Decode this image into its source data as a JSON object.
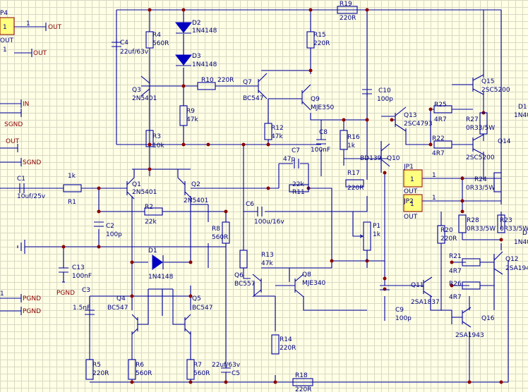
{
  "components": {
    "R19": {
      "ref": "R19",
      "val": "220R"
    },
    "D2": {
      "ref": "D2",
      "val": "1N4148"
    },
    "D3": {
      "ref": "D3",
      "val": "1N4148"
    },
    "R4": {
      "ref": "R4",
      "val": "560R"
    },
    "C4": {
      "ref": "C4",
      "val": "22uf/63v"
    },
    "R15": {
      "ref": "R15",
      "val": "220R"
    },
    "Q3": {
      "ref": "Q3",
      "val": "2N5401"
    },
    "R10": {
      "ref": "R10",
      "val": "220R"
    },
    "Q7": {
      "ref": "Q7",
      "val": "BC547"
    },
    "Q9": {
      "ref": "Q9",
      "val": "MJE350"
    },
    "C10": {
      "ref": "C10",
      "val": "100p"
    },
    "Q15": {
      "ref": "Q15",
      "val": "2SC5200"
    },
    "R25": {
      "ref": "R25",
      "val": "4R7"
    },
    "Q13": {
      "ref": "Q13",
      "val": "2SC4793"
    },
    "R27": {
      "ref": "R27",
      "val": "0R33/5W"
    },
    "R9": {
      "ref": "R9",
      "val": "47k"
    },
    "R12": {
      "ref": "R12",
      "val": "47k"
    },
    "C8": {
      "ref": "C8",
      "val": "100nF"
    },
    "R16": {
      "ref": "R16",
      "val": "1k"
    },
    "R22": {
      "ref": "R22",
      "val": "4R7"
    },
    "Q14": {
      "ref": "Q14",
      "val": "2SC5200"
    },
    "R3": {
      "ref": "R3",
      "val": "10k"
    },
    "C7": {
      "ref": "C7",
      "val": "47p"
    },
    "Q10": {
      "ref": "Q10",
      "val": "BD139"
    },
    "C1": {
      "ref": "C1",
      "val": "10uf/25v"
    },
    "R1": {
      "ref": "R1",
      "val": "1k"
    },
    "Q1": {
      "ref": "Q1",
      "val": "2N5401"
    },
    "Q2": {
      "ref": "Q2",
      "val": "2N5401"
    },
    "R11": {
      "ref": "R11",
      "val": "22k"
    },
    "R17": {
      "ref": "R17",
      "val": "220R"
    },
    "R24": {
      "ref": "R24",
      "val": "0R33/5W"
    },
    "R2": {
      "ref": "R2",
      "val": "22k"
    },
    "C6": {
      "ref": "C6",
      "val": "100u/16v"
    },
    "C2": {
      "ref": "C2",
      "val": "100p"
    },
    "P1": {
      "ref": "P1",
      "val": "1k"
    },
    "R28": {
      "ref": "R28",
      "val": "0R33/5W"
    },
    "R23": {
      "ref": "R23",
      "val": "0R33/5W"
    },
    "R8": {
      "ref": "R8",
      "val": "560R"
    },
    "R20": {
      "ref": "R20",
      "val": "220R"
    },
    "D1": {
      "ref": "D1",
      "val": "1N4148"
    },
    "R13": {
      "ref": "R13",
      "val": "47k"
    },
    "R21": {
      "ref": "R21",
      "val": "4R7"
    },
    "Q12": {
      "ref": "Q12",
      "val": "2SA194"
    },
    "C13": {
      "ref": "C13",
      "val": "100nF"
    },
    "Q6": {
      "ref": "Q6",
      "val": "BC557"
    },
    "Q8": {
      "ref": "Q8",
      "val": "MJE340"
    },
    "Q11": {
      "ref": "Q11",
      "val": "2SA1837"
    },
    "R26": {
      "ref": "R26",
      "val": "4R7"
    },
    "C3": {
      "ref": "C3",
      "val": "1.5nF"
    },
    "Q4": {
      "ref": "Q4",
      "val": "BC547"
    },
    "Q5": {
      "ref": "Q5",
      "val": "BC547"
    },
    "C9": {
      "ref": "C9",
      "val": "100p"
    },
    "Q16": {
      "ref": "Q16",
      "val": "2SA1943"
    },
    "R14": {
      "ref": "R14",
      "val": "220R"
    },
    "R5": {
      "ref": "R5",
      "val": "220R"
    },
    "R6": {
      "ref": "R6",
      "val": "560R"
    },
    "R7": {
      "ref": "R7",
      "val": "560R"
    },
    "C5": {
      "ref": "C5",
      "val": "22uf/63v"
    },
    "R18": {
      "ref": "R18",
      "val": "220R"
    }
  },
  "connectors": {
    "JP1": {
      "ref": "JP1",
      "pin": "1",
      "label": "OUT"
    },
    "JP2": {
      "ref": "JP2",
      "pin": "1",
      "label": "OUT"
    },
    "P4": {
      "ref": "P4",
      "pin": "1",
      "label": "OUT"
    }
  },
  "nets": {
    "out1": "OUT",
    "out2": "OUT",
    "in": "IN",
    "sgnd1": "SGND",
    "out3": "OUT",
    "sgnd2": "SGND",
    "pgnd_label": "PGND",
    "pgnd1": "PGND",
    "pgnd2": "PGND"
  },
  "pins": {
    "p1": "1",
    "p2": "1",
    "p3": "1",
    "p4": "1",
    "p5": "1"
  },
  "edge_text": {
    "t1": "D1",
    "t2": "1N40",
    "t3": "1N40",
    "t4": "D"
  }
}
